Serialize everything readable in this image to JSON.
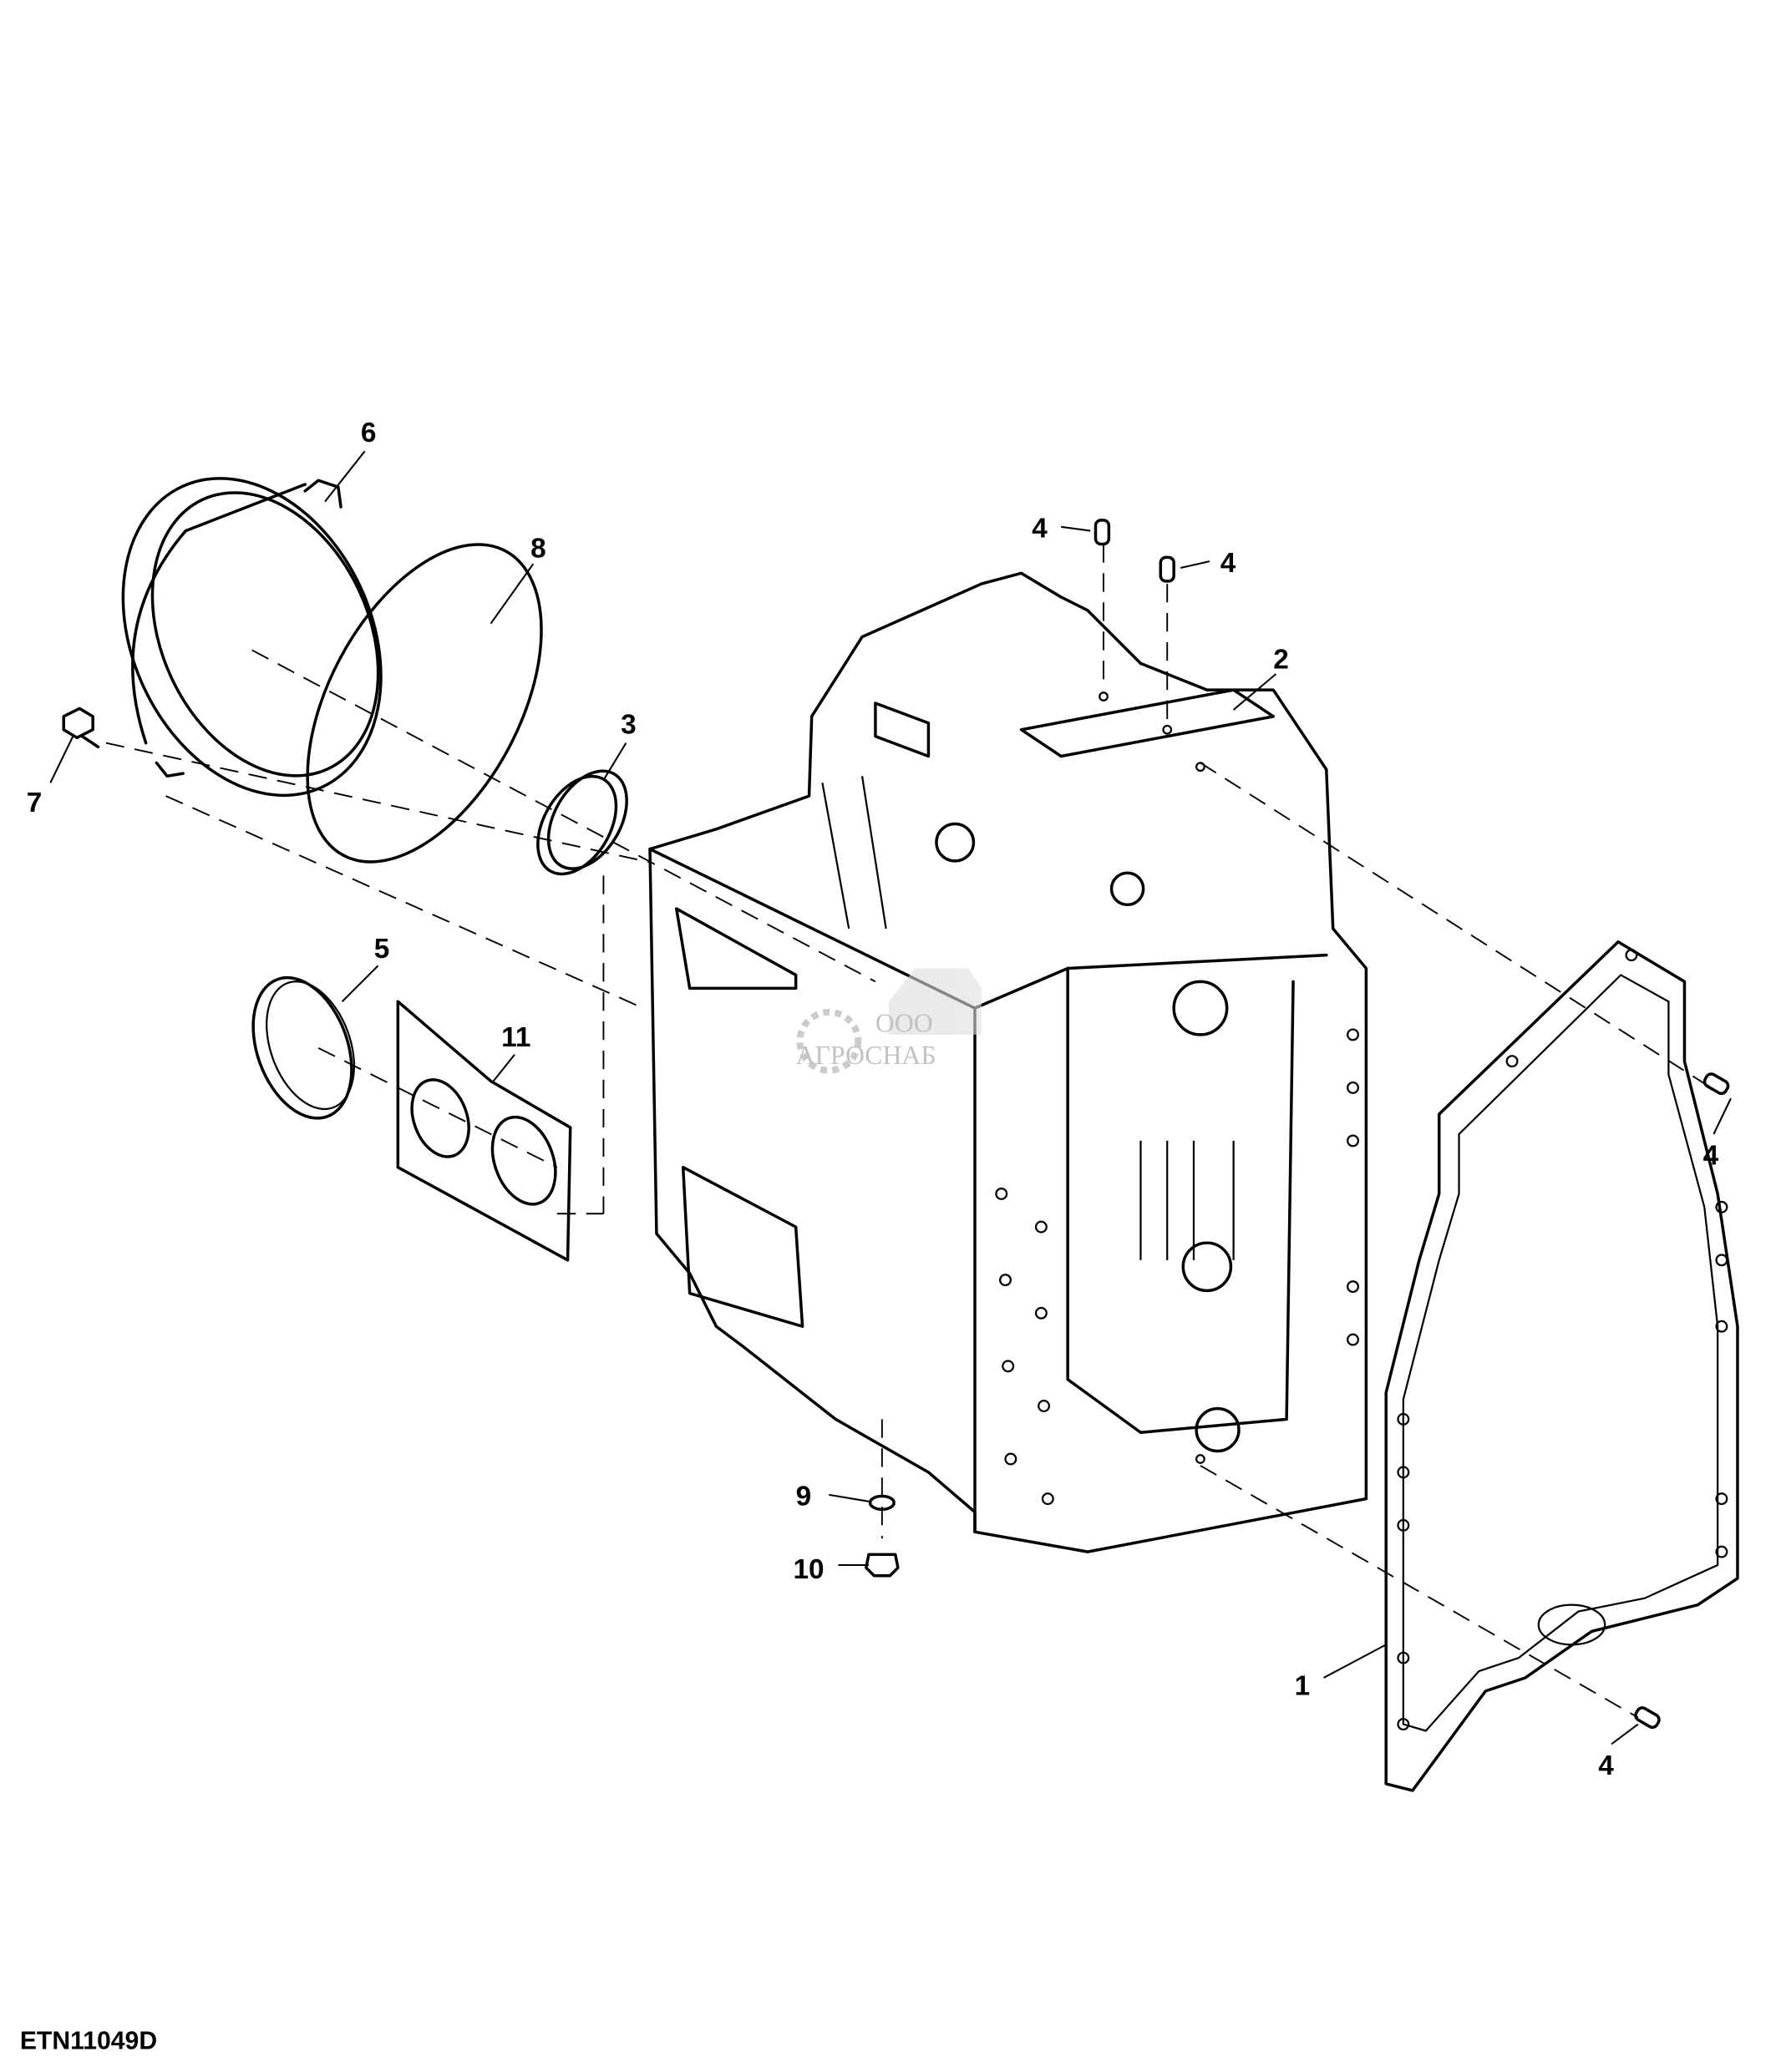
{
  "figure_id": "ETN11049D",
  "callouts": {
    "c1": "1",
    "c2": "2",
    "c3": "3",
    "c4a": "4",
    "c4b": "4",
    "c4c": "4",
    "c4d": "4",
    "c5": "5",
    "c6": "6",
    "c7": "7",
    "c8": "8",
    "c9": "9",
    "c10": "10",
    "c11": "11"
  },
  "watermark": {
    "prefix": "ООО",
    "name": "АГРОСНАБ"
  },
  "colors": {
    "line": "#000000",
    "watermark": "#9a9a9a"
  }
}
